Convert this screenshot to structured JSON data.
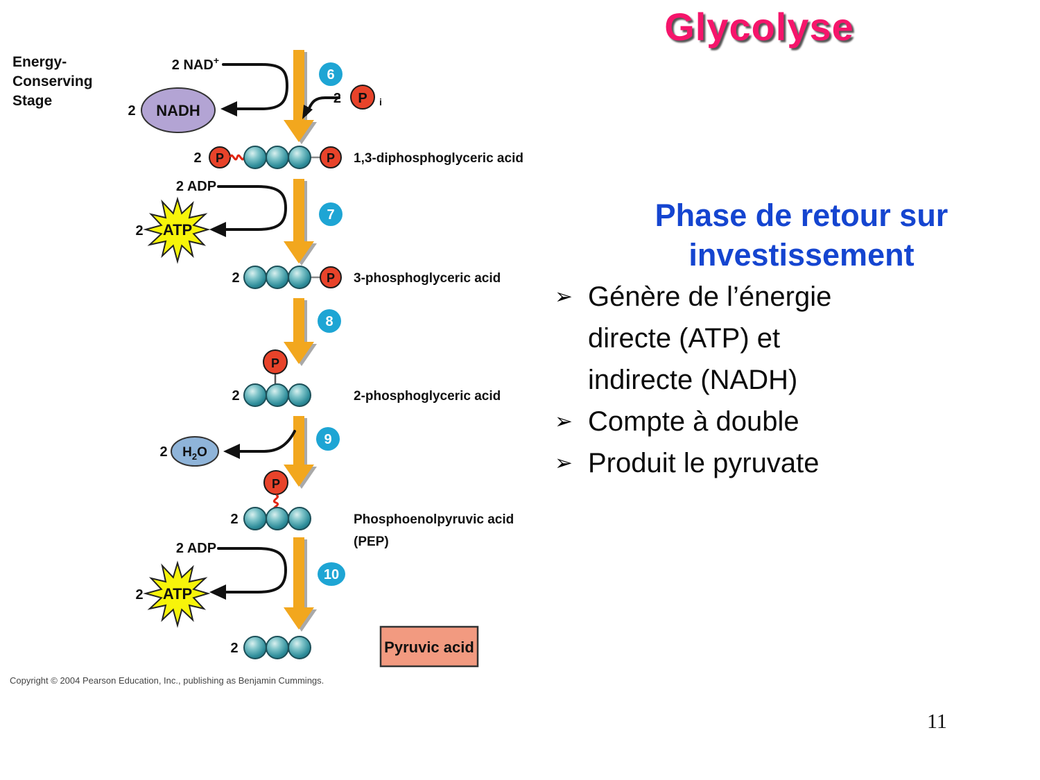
{
  "slide": {
    "title": "Glycolyse",
    "heading_lines": [
      "Phase de retour sur",
      "investissement"
    ],
    "bullet_glyph": "➢",
    "bullets": [
      {
        "lines": [
          "Génère de l’énergie",
          "directe (ATP) et",
          "indirecte (NADH)"
        ]
      },
      {
        "lines": [
          "Compte à double"
        ]
      },
      {
        "lines": [
          "Produit le pyruvate"
        ]
      }
    ],
    "page_number": "11",
    "colors": {
      "title": "#F5156B",
      "heading": "#1545D0"
    }
  },
  "diagram": {
    "stage_label": [
      "Energy-",
      "Conserving",
      "Stage"
    ],
    "coeff": "2",
    "nad": {
      "base": "2 NAD",
      "sup": "+"
    },
    "nadh": "NADH",
    "adp": "2 ADP",
    "atp": "ATP",
    "water": {
      "pre": "H",
      "sub": "2",
      "post": "O"
    },
    "p_label": "P",
    "p_sub": "i",
    "steps": [
      "6",
      "7",
      "8",
      "9",
      "10"
    ],
    "labels": {
      "dpg": "1,3-diphosphoglyceric acid",
      "pg3": "3-phosphoglyceric acid",
      "pg2": "2-phosphoglyceric acid",
      "pep1": "Phosphoenolpyruvic acid",
      "pep2": "(PEP)",
      "pyruvic": "Pyruvic acid"
    },
    "copyright": "Copyright © 2004 Pearson Education, Inc., publishing as Benjamin Cummings.",
    "colors": {
      "arrow": "#F2A71E",
      "arrow_shadow": "#A9A9A9",
      "step_circle": "#1EA5D4",
      "phosphate": "#E8432A",
      "sphere": "#2E8D9A",
      "nadh_fill": "#B3A4D4",
      "water_fill": "#8FB4D9",
      "atp_fill": "#F7F40A",
      "pyruvic_fill": "#F29A80"
    }
  }
}
